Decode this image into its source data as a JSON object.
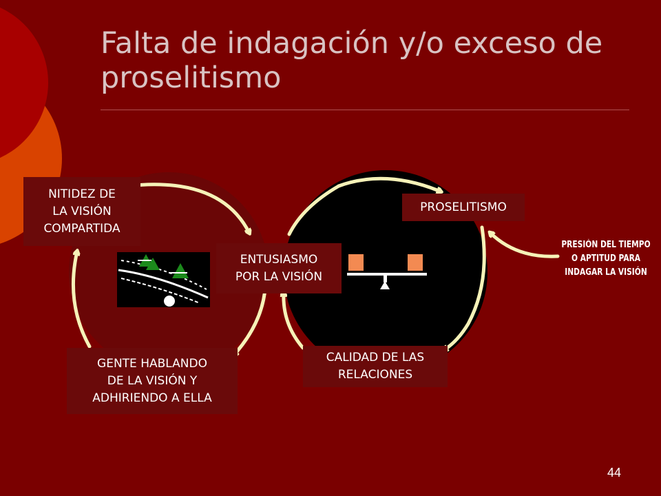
{
  "title": "Falta de indagación y/o exceso de proselitismo",
  "nodes": {
    "nitidez": "NITIDEZ DE\nLA VISIÓN\nCOMPARTIDA",
    "entusiasmo": "ENTUSIASMO\nPOR LA VISIÓN",
    "gente": "GENTE HABLANDO\nDE LA VISIÓN Y\nADHIRIENDO A ELLA",
    "proselitismo": "PROSELITISMO",
    "calidad": "CALIDAD DE LAS\nRELACIONES",
    "presion": "PRESIÓN DEL TIEMPO\nO APTITUD PARA\nINDAGAR LA VISIÓN"
  },
  "page_number": "44",
  "colors": {
    "background": "#7a0000",
    "box": "#6a0a0a",
    "arrow": "#f6f2b8",
    "accent_orange": "#f38a52",
    "decor_red": "#a80000",
    "decor_orange": "#d94300"
  },
  "icons": [
    "snowball-hill-icon",
    "balance-scale-icon"
  ]
}
